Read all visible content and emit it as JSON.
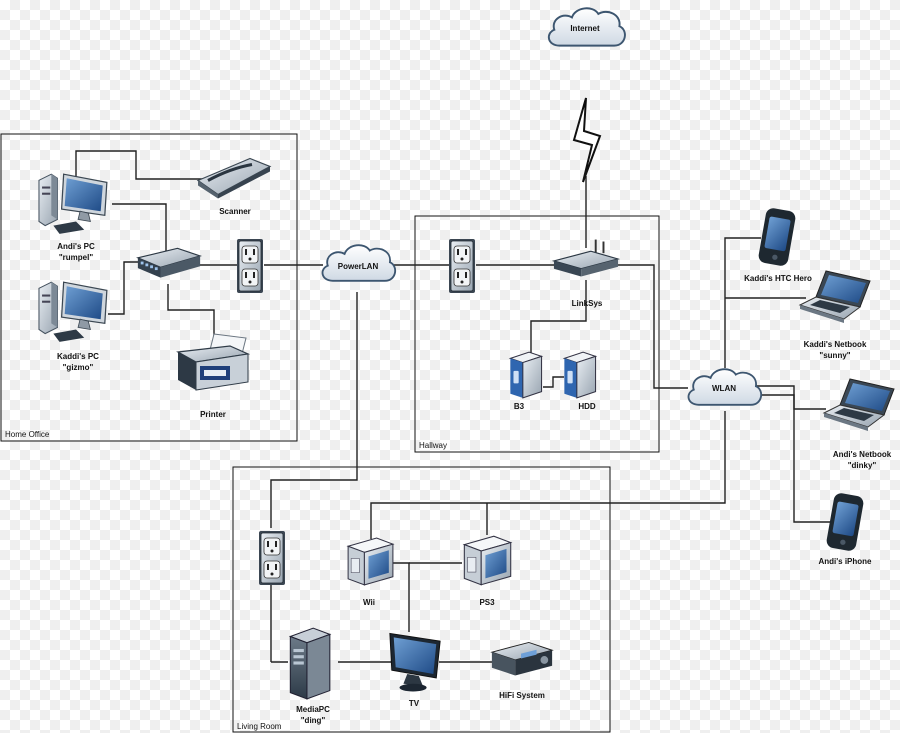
{
  "rooms": {
    "home_office": "Home Office",
    "hallway": "Hallway",
    "living_room": "Living Room"
  },
  "clouds": {
    "internet": "Internet",
    "powerlan": "PowerLAN",
    "wlan": "WLAN"
  },
  "devices": {
    "andis_pc": [
      "Andi's PC",
      "\"rumpel\""
    ],
    "kaddis_pc": [
      "Kaddi's PC",
      "\"gizmo\""
    ],
    "scanner": "Scanner",
    "printer": "Printer",
    "linksys": "LinkSys",
    "b3": "B3",
    "hdd": "HDD",
    "htc_hero": "Kaddi's HTC Hero",
    "netbook_sunny": [
      "Kaddi's  Netbook",
      "\"sunny\""
    ],
    "netbook_dinky": [
      "Andi's  Netbook",
      "\"dinky\""
    ],
    "iphone": "Andi's iPhone",
    "wii": "Wii",
    "ps3": "PS3",
    "mediapc": [
      "MediaPC",
      "\"ding\""
    ],
    "tv": "TV",
    "hifi": "HiFi System"
  },
  "icons": {
    "pc": "desktop-pc-icon",
    "scanner": "scanner-icon",
    "switch": "network-switch-icon",
    "printer": "printer-icon",
    "outlet": "power-outlet-icon",
    "router": "wifi-router-icon",
    "nas": "nas-drive-icon",
    "phone": "smartphone-icon",
    "laptop": "laptop-icon",
    "console": "game-console-icon",
    "tower": "tower-pc-icon",
    "tv": "tv-icon",
    "receiver": "av-receiver-icon",
    "lightning": "lightning-bolt-icon"
  },
  "colors": {
    "device_gray": "#9aa6b2",
    "device_dark": "#4a5866",
    "screen_blue": "#3f6fa8",
    "cloud_fill": "#e9eef5",
    "cloud_stroke": "#3d5670"
  }
}
